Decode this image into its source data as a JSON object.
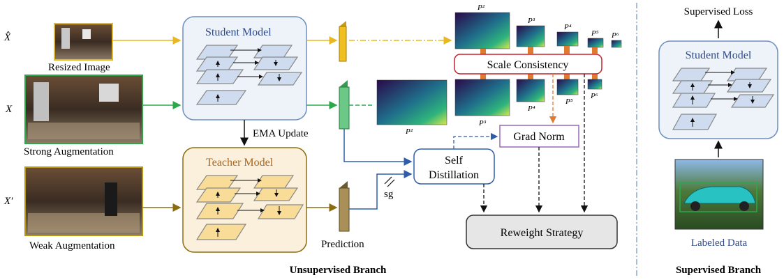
{
  "inputs": {
    "x_hat_label": "X̂",
    "x_label": "X",
    "x_prime_label": "X′",
    "resized_caption": "Resized Image",
    "strong_caption": "Strong Augmentation",
    "weak_caption": "Weak Augmentation"
  },
  "models": {
    "student_title": "Student Model",
    "teacher_title": "Teacher Model",
    "ema_label": "EMA Update",
    "prediction_label": "Prediction",
    "sg_label": "sg"
  },
  "feature_maps": {
    "labels": [
      "P²",
      "P³",
      "P⁴",
      "P⁵",
      "P⁶"
    ]
  },
  "modules": {
    "scale_consistency": "Scale Consistency",
    "grad_norm": "Grad Norm",
    "self_distillation_line1": "Self",
    "self_distillation_line2": "Distillation",
    "reweight": "Reweight Strategy"
  },
  "branches": {
    "unsupervised": "Unsupervised Branch",
    "supervised": "Supervised Branch",
    "supervised_loss": "Supervised Loss",
    "supervised_student": "Student Model",
    "labeled_data": "Labeled Data"
  },
  "colors": {
    "yellow_flow": "#e8b820",
    "green_flow": "#2aa84a",
    "olive_flow": "#8a6d10",
    "blue_flow": "#2e5ea8",
    "orange": "#e07a30",
    "red_border": "#c8202a",
    "purple_border": "#9a6ab8",
    "student_bg": "#eef3fa",
    "teacher_bg": "#fbf0dc"
  }
}
